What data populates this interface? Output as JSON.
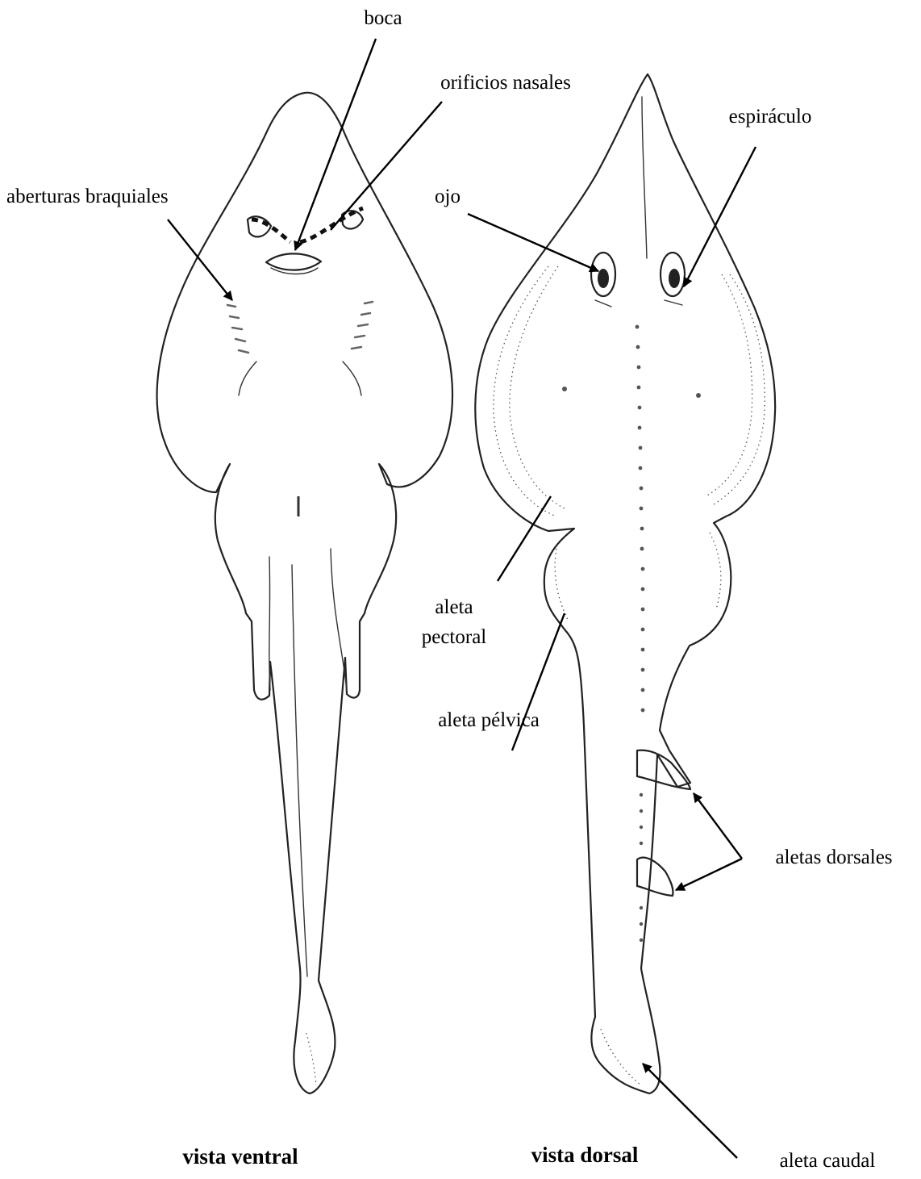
{
  "labels": {
    "boca": "boca",
    "orificios_nasales": "orificios nasales",
    "aberturas_braquiales": "aberturas braquiales",
    "espiraculo": "espiráculo",
    "ojo": "ojo",
    "aleta_pectoral_1": "aleta",
    "aleta_pectoral_2": "pectoral",
    "aleta_pelvica": "aleta pélvica",
    "aletas_dorsales": "aletas dorsales",
    "aleta_caudal": "aleta caudal"
  },
  "captions": {
    "ventral": "vista ventral",
    "dorsal": "vista dorsal"
  }
}
